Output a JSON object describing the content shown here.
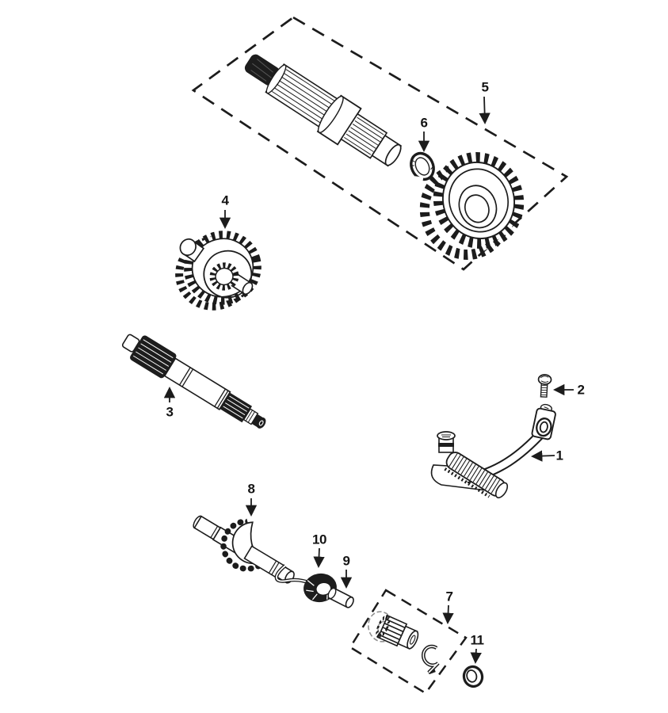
{
  "page": {
    "background_color": "#ffffff",
    "line_color": "#1c1c1c",
    "ghost_line_color": "#8f8f8f"
  },
  "diagram": {
    "callouts": [
      {
        "number": "1",
        "part": "kick-starter-lever"
      },
      {
        "number": "2",
        "part": "bolt"
      },
      {
        "number": "3",
        "part": "output-shaft"
      },
      {
        "number": "4",
        "part": "double-gear"
      },
      {
        "number": "5",
        "part": "shaft-and-gear-assembly"
      },
      {
        "number": "6",
        "part": "snap-ring"
      },
      {
        "number": "7",
        "part": "pinion-and-clip-assembly"
      },
      {
        "number": "8",
        "part": "kick-starter-spindle"
      },
      {
        "number": "9",
        "part": "pin"
      },
      {
        "number": "10",
        "part": "return-spring"
      },
      {
        "number": "11",
        "part": "washer"
      }
    ]
  }
}
